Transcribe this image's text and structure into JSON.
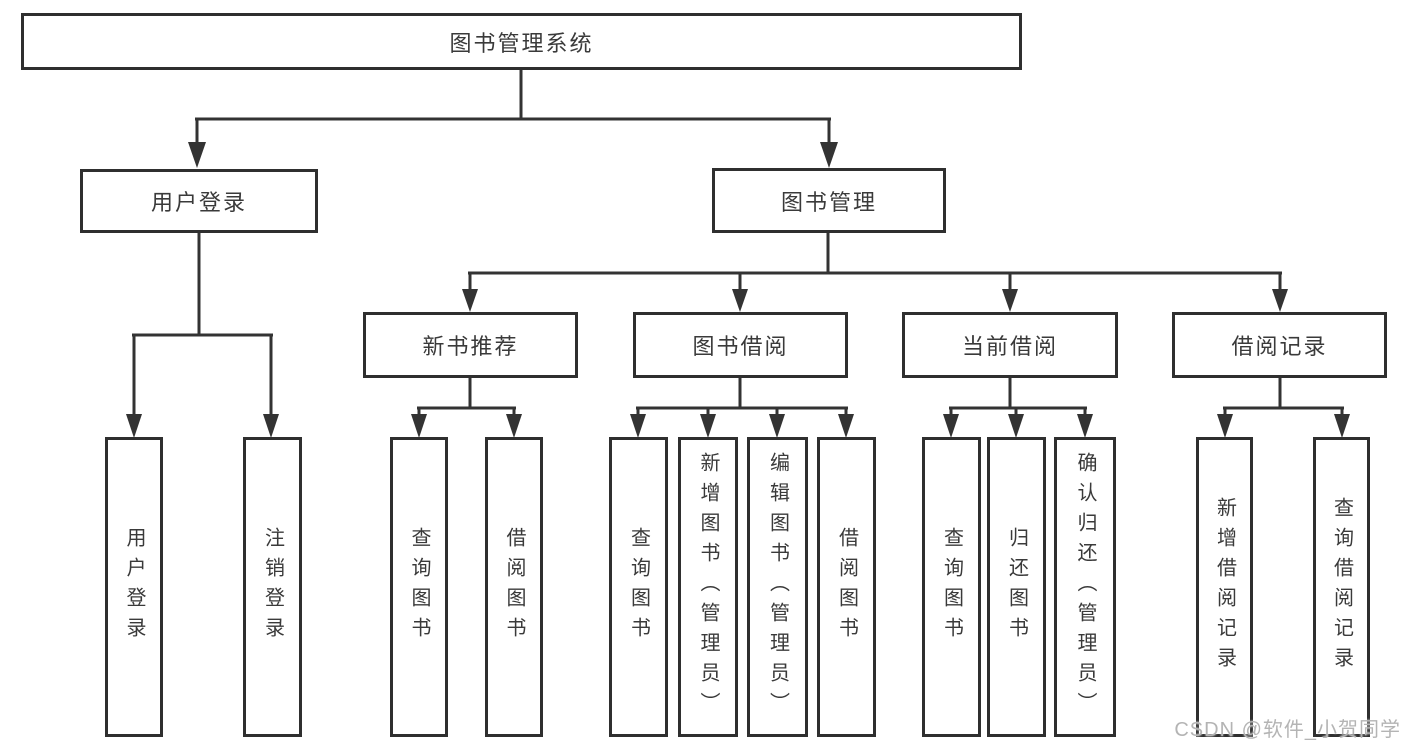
{
  "nodes": {
    "root": {
      "label": "图书管理系统"
    },
    "level2": [
      {
        "label": "用户登录"
      },
      {
        "label": "图书管理"
      }
    ],
    "level3": [
      {
        "label": "新书推荐"
      },
      {
        "label": "图书借阅"
      },
      {
        "label": "当前借阅"
      },
      {
        "label": "借阅记录"
      }
    ],
    "leaves": [
      {
        "label": "用户登录"
      },
      {
        "label": "注销登录"
      },
      {
        "label": "查询图书"
      },
      {
        "label": "借阅图书"
      },
      {
        "label": "查询图书"
      },
      {
        "label": "新增图书（管理员）"
      },
      {
        "label": "编辑图书（管理员）"
      },
      {
        "label": "借阅图书"
      },
      {
        "label": "查询图书"
      },
      {
        "label": "归还图书"
      },
      {
        "label": "确认归还（管理员）"
      },
      {
        "label": "新增借阅记录"
      },
      {
        "label": "查询借阅记录"
      }
    ]
  },
  "watermark": {
    "text": "CSDN @软件_小贺同学"
  },
  "colors": {
    "line": "#333333",
    "box_border": "#2f2f2f",
    "text": "#3a3a3a",
    "background": "#ffffff",
    "watermark": "#b4b4b4"
  }
}
